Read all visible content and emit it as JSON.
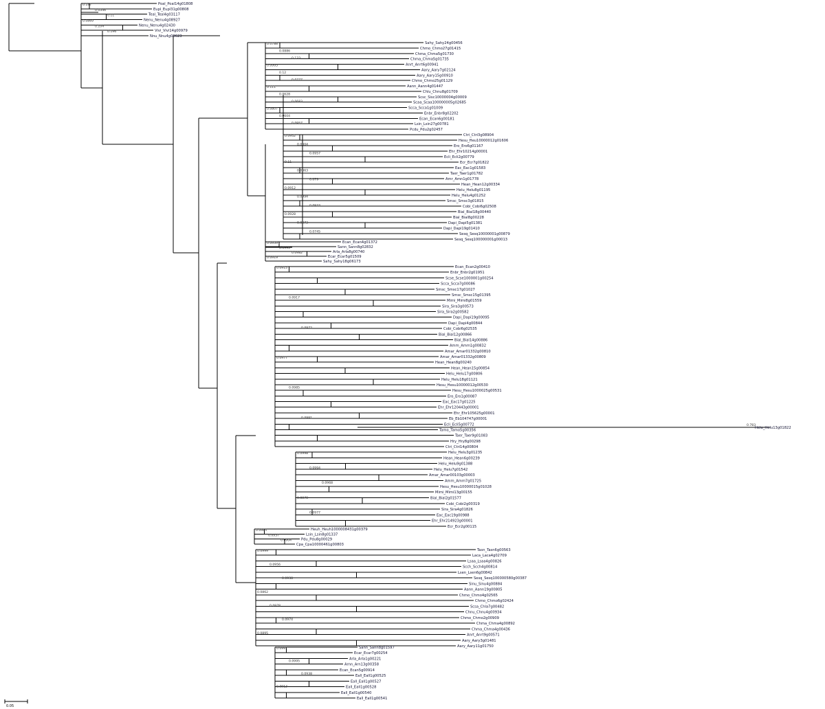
{
  "tree": {
    "scale_bar_label": "0.05",
    "long_branch": {
      "bootstrap": "0.783",
      "leaf": "Helu_Helu13g01822"
    },
    "clades": [
      {
        "bootstraps": [
          "0.147",
          "0.0346",
          "0.11",
          "0.0869",
          "0.104",
          "0.196"
        ],
        "leaves": [
          "Poal_Poal14g01808",
          "Eupl_Eupl31g00808",
          "Teal_Teal4g03117",
          "Nenu_Nenu4g08927",
          "Nenu_Nenu4g02430",
          "Vivi_Vivi14g00979",
          "Nnu_Nnu4g00623"
        ]
      },
      {
        "bootstraps": [
          "0.0788",
          "0.0886",
          "0.133",
          "0.0993",
          "0.12",
          "0.0777",
          "0.111",
          "0.0628",
          "0.0683",
          "0.0807",
          "0.0604",
          "0.0957"
        ],
        "leaves": [
          "Sahy_Sahy24g00456",
          "Chmo_Chmo27g01415",
          "Chma_Chma5g01730",
          "Chma_Chma5g01735",
          "Anrt_Anrt6g00941",
          "Aary_Aary7g02124",
          "Aary_Aary15g00910",
          "Chmo_Chmo25g01129",
          "Aann_Aann4g01447",
          "Chlu_Chnu8g01709",
          "Scsc_Sisc10000004g00009",
          "Scaa_Scaa100000005g02685",
          "Scca_Scca1g01009",
          "Enbr_Enbr8g02202",
          "Ecan_Ecan6g00181",
          "Lsin_Lsin27g00781",
          "Pcdu_Pdu2g02457"
        ]
      },
      {
        "bootstraps": [
          "0.0952",
          "0.0804",
          "0.0957",
          "0.11",
          "0.0863",
          "0.079",
          "0.0912",
          "0.0994",
          "0.0933",
          "0.0928",
          "0.0873",
          "0.0745"
        ],
        "leaves": [
          "Ctri_Ctri3g08904",
          "Hesu_Heu10000012g01606",
          "Ero_Ero6g01167",
          "Ehr_Ehr10214g00001",
          "Ecli_Ecli2g00779",
          "Ecr_Ecr7g01822",
          "Eac_Eac1g01583",
          "Taer_Taer1g01782",
          "Amr_Amn1g01778",
          "Hean_Hean12g00334",
          "Helu_Helu8g01195",
          "Helu_Helu4g01252",
          "Smsc_Smsc3g01815",
          "Cobi_Cobi6g02508",
          "Bial_Bial18g00440",
          "Bial_Bial8g00228",
          "Dapi_Dapi5g01381",
          "Dapi_Dapi19g01410",
          "Sesq_Sesq10000001g00879",
          "Sesq_Sesq100000001g00013"
        ]
      },
      {
        "bootstraps": [
          "0.0939",
          "0.0995",
          "0.0982",
          "0.0919"
        ],
        "leaves": [
          "Ecan_Ecan4g01372",
          "Sann_Sann8g02832",
          "Arla_Arla8g00740",
          "Ecar_Ecar5g01509",
          "Sahy_Sahy18g06173"
        ]
      },
      {
        "bootstraps": [
          "0.0915",
          "0.0917",
          "0.0972",
          "0.0977",
          "0.0985",
          "0.0991"
        ],
        "leaves": [
          "Ecan_Ecan2g00410",
          "Enbr_Enbr2g01951",
          "Scse_Scse1000001g00254",
          "Scca_Scca7g00086",
          "Smsc_Smsc17g01027",
          "Smsc_Smsc15g01395",
          "Mimi_Mimi8g01559",
          "Sira_Sira3g00573",
          "Sira_Sira2g00582",
          "Dapi_Dapi19g00095",
          "Dapi_Dapi4g00844",
          "Cobi_Cobi6g02535",
          "Bial_Bial12g00866",
          "Bial_Bial14g00886",
          "Amm_Amm1g00832",
          "Amar_Amar01332g00810",
          "Amar_Amar01332g00809",
          "Hean_Hean8g00240",
          "Hean_Hean15g00854",
          "Helu_Helu17g00806",
          "Helu_Helu18g01121",
          "Hesu_Hesu10000012g00530",
          "Hesu_Hesu1000025g00531",
          "Ero_Ero1g00087",
          "Eac_Eac17g01225",
          "Ehr_Ehr120443g00001",
          "Ehr_Ehr105625g00001",
          "Eb_Eb104747g00001",
          "Ecli_Ecli5g00772",
          "Tamo_Tamo5g00356",
          "Taer_Taer9g01083",
          "Hry_Hry8g00298",
          "Ctri_Ctri14g00804"
        ]
      },
      {
        "bootstraps": [
          "0.0998",
          "0.0994",
          "0.0968",
          "0.0878",
          "0.0977"
        ],
        "leaves": [
          "Helu_Helu3g01235",
          "Hean_Hean6g00239",
          "Helu_Helu9g01388",
          "Helu_Helu7g01542",
          "Amar_Amar00103g00003",
          "Amm_Amm7g01725",
          "Hesu_Hesu10000015g01028",
          "Mimi_Mimi13g00155",
          "Bial_Bial2g01577",
          "Cobi_Cobi2g00319",
          "Sira_Sira4g01826",
          "Eac_Eac19g00988",
          "Ehr_Ehr214923g00001",
          "Ecr_Ecr2g00115"
        ]
      },
      {
        "bootstraps": [
          "0.0985",
          "0.0937",
          "0.0904"
        ],
        "leaves": [
          "Heuh_Heuh1000008431g00379",
          "Lsin_Lsin8g01337",
          "Pdu_Pdu8g00029",
          "Cpa_Cpa10000461g00803"
        ]
      },
      {
        "bootstraps": [
          "0.0999",
          "0.0956",
          "0.0938",
          "0.0862",
          "0.0978",
          "0.0974",
          "0.0895"
        ],
        "leaves": [
          "Tasn_Tasn6g00563",
          "Laca_Laca4g02709",
          "Lsaa_Lsaa4g00826",
          "Scch_Scch4g00814",
          "Lsen_Lsen6g00842",
          "Sesq_Sesq100000580g00387",
          "Sinu_Sinu4g00884",
          "Aann_Aann19g00805",
          "Chmo_Chmo4g02565",
          "Chmo_Chmo6g02424",
          "Scsa_Chla7g00482",
          "Chnu_Chnu4g00934",
          "Chmo_Chmo2g00909",
          "Chma_Chma4g00892",
          "Chma_Chma4g00436",
          "Anrt_Anrt9g00571",
          "Aary_Aary3g01481",
          "Aary_Aary11g01750"
        ]
      },
      {
        "bootstraps": [
          "0.0991",
          "0.0995",
          "0.0938",
          "0.0913"
        ],
        "leaves": [
          "Sann_Sann8g01597",
          "Ecar_Ecar7g00254",
          "Arla_Arla1g00221",
          "Arnn_Arn13g00358",
          "Ecan_Ecan5g00914",
          "Eall_Eall1g00525",
          "Eall_Eall1g00527",
          "Eall_Eall1g00528",
          "Eall_Eall1g00540",
          "Eall_Eall1g00541"
        ]
      }
    ]
  }
}
